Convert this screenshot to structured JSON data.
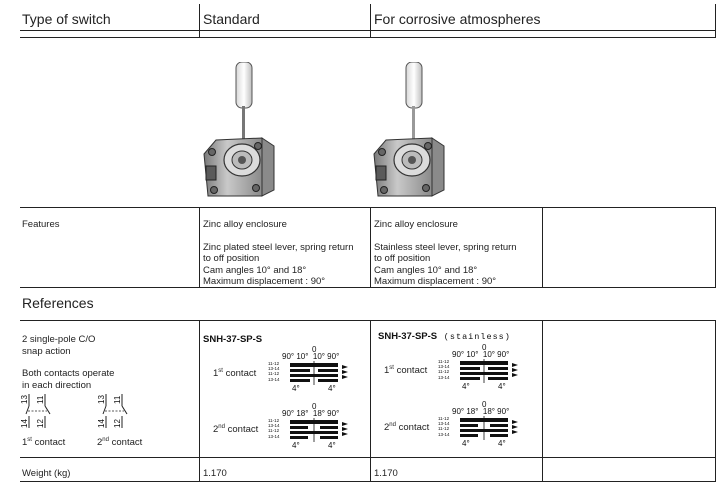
{
  "header": {
    "col1": "Type of switch",
    "col2": "Standard",
    "col3": "For corrosive atmospheres"
  },
  "features": {
    "label": "Features",
    "standard": {
      "enclosure": "Zinc alloy enclosure",
      "lever_line1": "Zinc plated steel lever, spring return",
      "lever_line2": "to off position",
      "cam": "Cam angles 10° and 18°",
      "displacement": "Maximum displacement : 90°"
    },
    "corrosive": {
      "enclosure": "Zinc alloy enclosure",
      "lever_line1": "Stainless steel lever, spring return",
      "lever_line2": "to off position",
      "cam": "Cam angles 10° and 18°",
      "displacement": "Maximum displacement : 90°"
    }
  },
  "references": {
    "title": "References",
    "desc_line1": "2 single-pole C/O",
    "desc_line2": "snap action",
    "both_line1": "Both contacts operate",
    "both_line2": "in each direction",
    "contact1_label": "1",
    "contact1_suffix": "st",
    "contact1_word": "contact",
    "contact2_label": "2",
    "contact2_suffix": "nd",
    "contact2_word": "contact",
    "terminals": [
      "13",
      "11",
      "14",
      "12"
    ],
    "standard_code": "SNH-37-SP-S",
    "corrosive_code": "SNH-37-SP-S",
    "corrosive_note": "(stainless)",
    "diagram1": {
      "angles": "90° 10°  10° 90°",
      "zero": "0",
      "offset": "4°"
    },
    "diagram2": {
      "angles": "90° 18°  18° 90°",
      "zero": "0",
      "offset": "4°"
    },
    "diagram_rows": [
      "11-12",
      "13-14",
      "11-12",
      "13-14"
    ]
  },
  "weight": {
    "label": "Weight (kg)",
    "standard": "1.170",
    "corrosive": "1.170"
  }
}
